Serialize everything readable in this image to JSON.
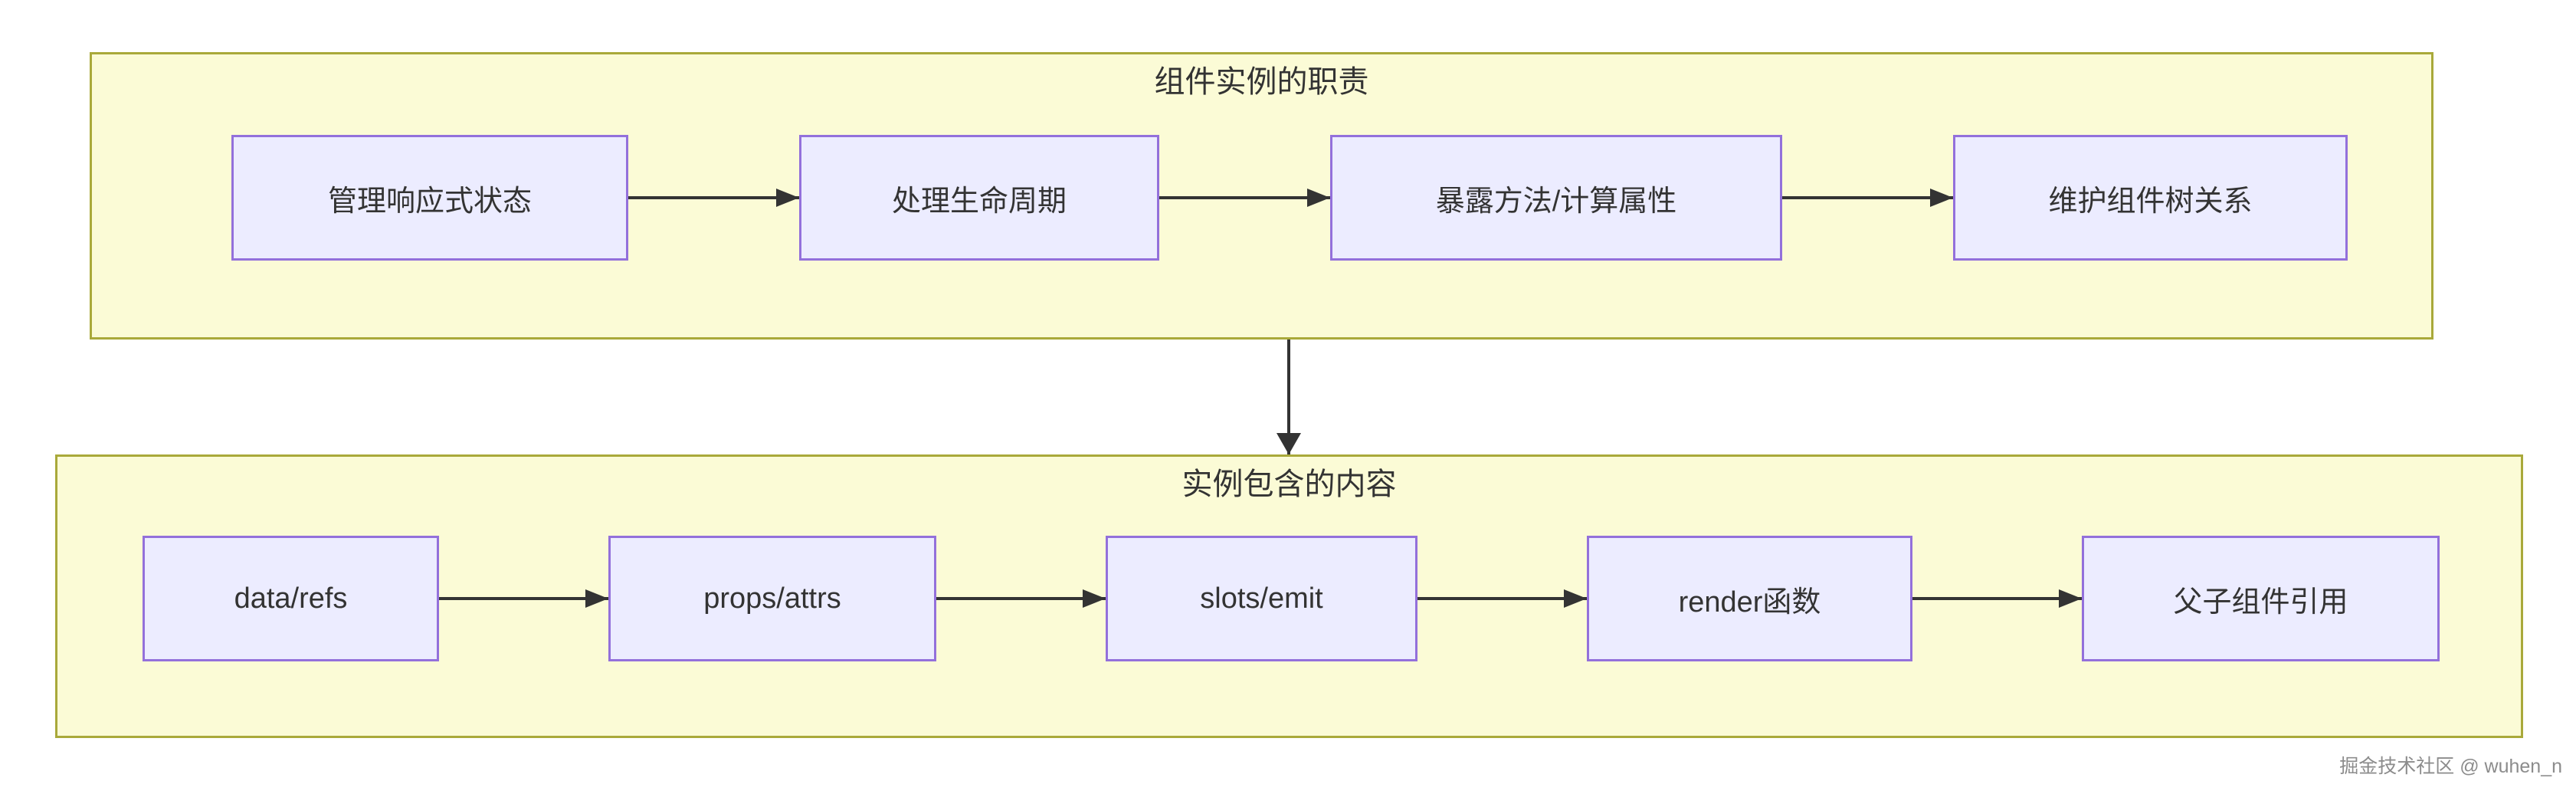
{
  "clusters": [
    {
      "title": "组件实例的职责",
      "nodes": [
        {
          "label": "管理响应式状态"
        },
        {
          "label": "处理生命周期"
        },
        {
          "label": "暴露方法/计算属性"
        },
        {
          "label": "维护组件树关系"
        }
      ]
    },
    {
      "title": "实例包含的内容",
      "nodes": [
        {
          "label": "data/refs"
        },
        {
          "label": "props/attrs"
        },
        {
          "label": "slots/emit"
        },
        {
          "label": "render函数"
        },
        {
          "label": "父子组件引用"
        }
      ]
    }
  ],
  "edges": [
    {
      "from": "管理响应式状态",
      "to": "处理生命周期"
    },
    {
      "from": "处理生命周期",
      "to": "暴露方法/计算属性"
    },
    {
      "from": "暴露方法/计算属性",
      "to": "维护组件树关系"
    },
    {
      "from": "组件实例的职责",
      "to": "实例包含的内容"
    },
    {
      "from": "data/refs",
      "to": "props/attrs"
    },
    {
      "from": "props/attrs",
      "to": "slots/emit"
    },
    {
      "from": "slots/emit",
      "to": "render函数"
    },
    {
      "from": "render函数",
      "to": "父子组件引用"
    }
  ],
  "watermark": "掘金技术社区 @ wuhen_n",
  "colors": {
    "cluster_fill": "#fbfbd6",
    "cluster_border": "#a9a93a",
    "node_fill": "#ececff",
    "node_border": "#9370db",
    "arrow": "#333333",
    "text": "#333333",
    "watermark": "#8c8c8c"
  }
}
